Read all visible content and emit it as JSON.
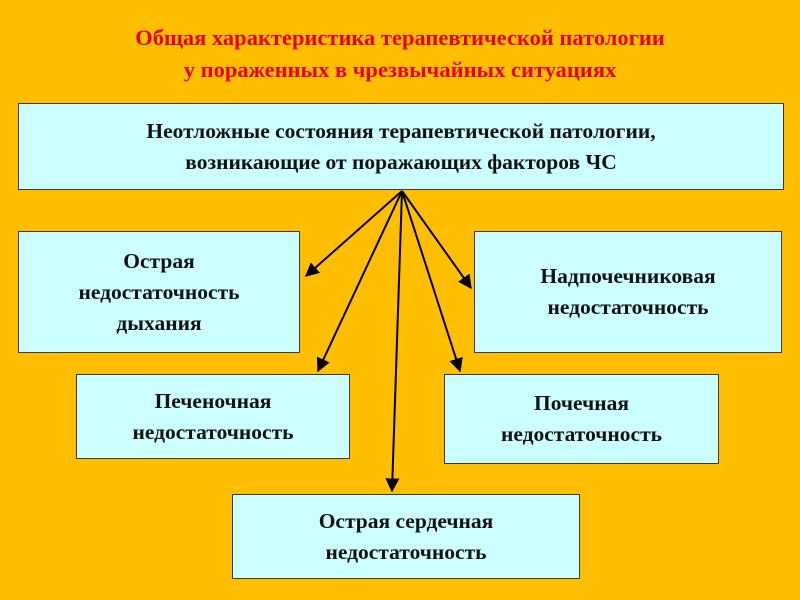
{
  "title": {
    "line1": "Общая характеристика терапевтической патологии",
    "line2": "у пораженных в чрезвычайных ситуациях"
  },
  "root": {
    "line1": "Неотложные состояния терапевтической патологии,",
    "line2": "возникающие от поражающих факторов ЧС"
  },
  "nodes": {
    "breath": {
      "line1": "Острая",
      "line2": "недостаточность",
      "line3": "дыхания"
    },
    "adrenal": {
      "line1": "Надпочечниковая",
      "line2": "недостаточность"
    },
    "liver": {
      "line1": "Печеночная",
      "line2": "недостаточность"
    },
    "kidney": {
      "line1": "Почечная",
      "line2": "недостаточность"
    },
    "heart": {
      "line1": "Острая сердечная",
      "line2": "недостаточность"
    }
  },
  "colors": {
    "background": "#FFBF00",
    "title": "#E8001C",
    "box_fill": "#CCFFFF",
    "arrow": "#000000"
  }
}
